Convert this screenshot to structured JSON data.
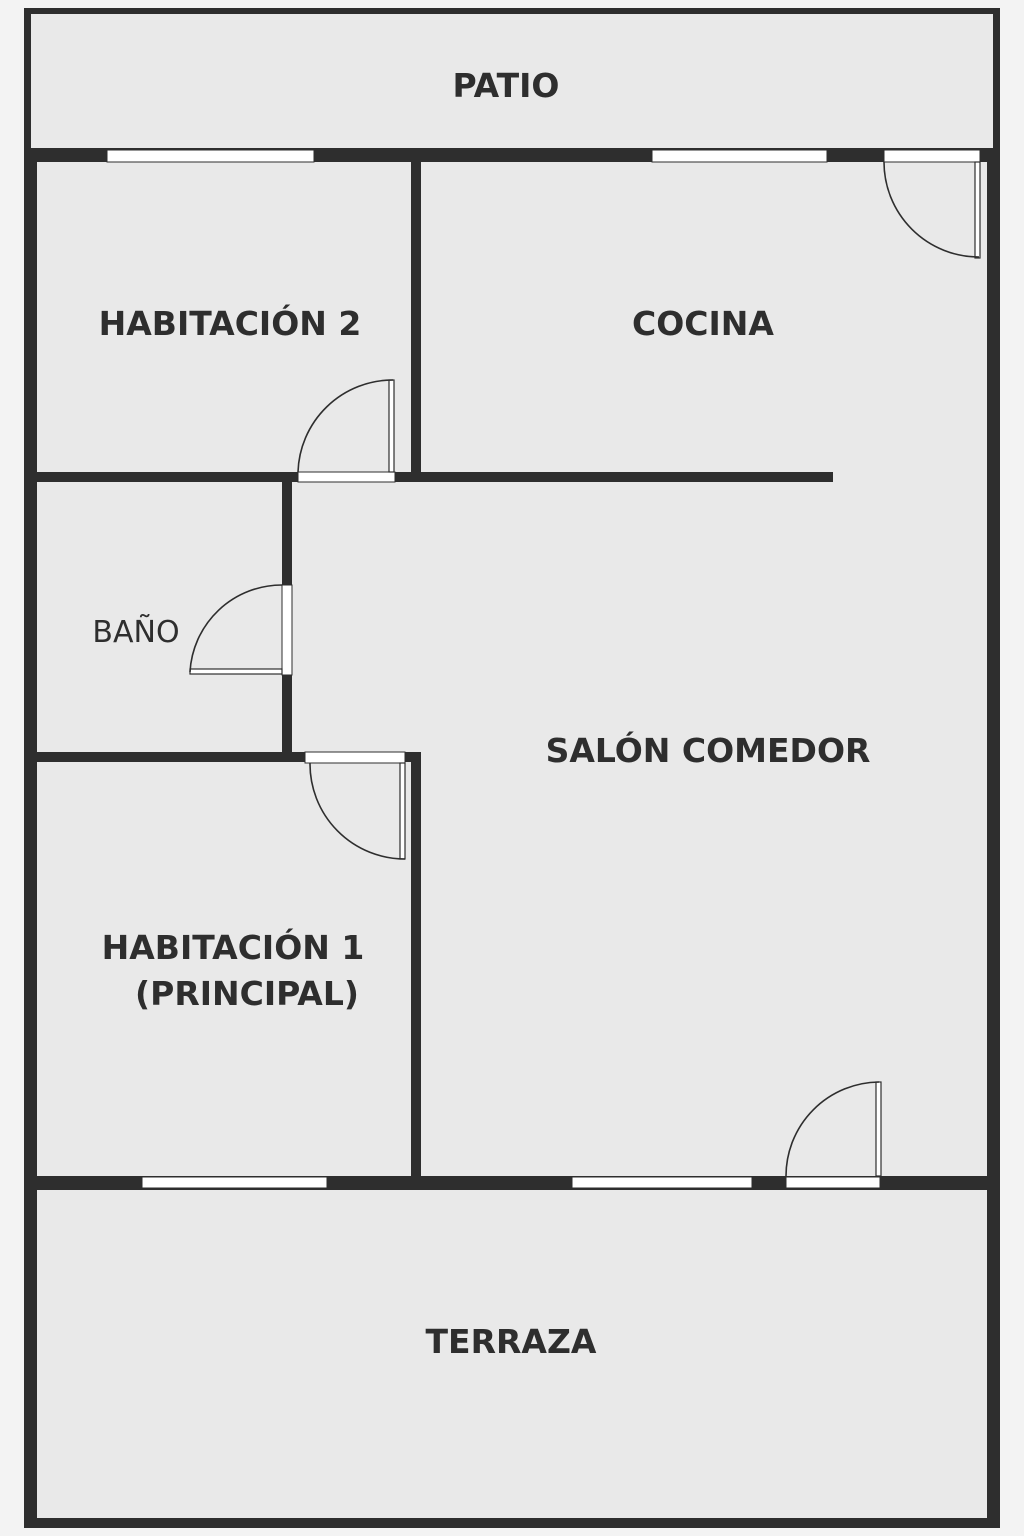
{
  "plan": {
    "wall_color": "#2e2e2e",
    "floor_color": "#e9e9e9",
    "rooms": {
      "patio": "PATIO",
      "habitacion2": "HABITACIÓN 2",
      "cocina": "COCINA",
      "bano": "BAÑO",
      "salon": "SALÓN COMEDOR",
      "habitacion1_line1": "HABITACIÓN 1",
      "habitacion1_line2": "(PRINCIPAL)",
      "terraza": "TERRAZA"
    }
  }
}
